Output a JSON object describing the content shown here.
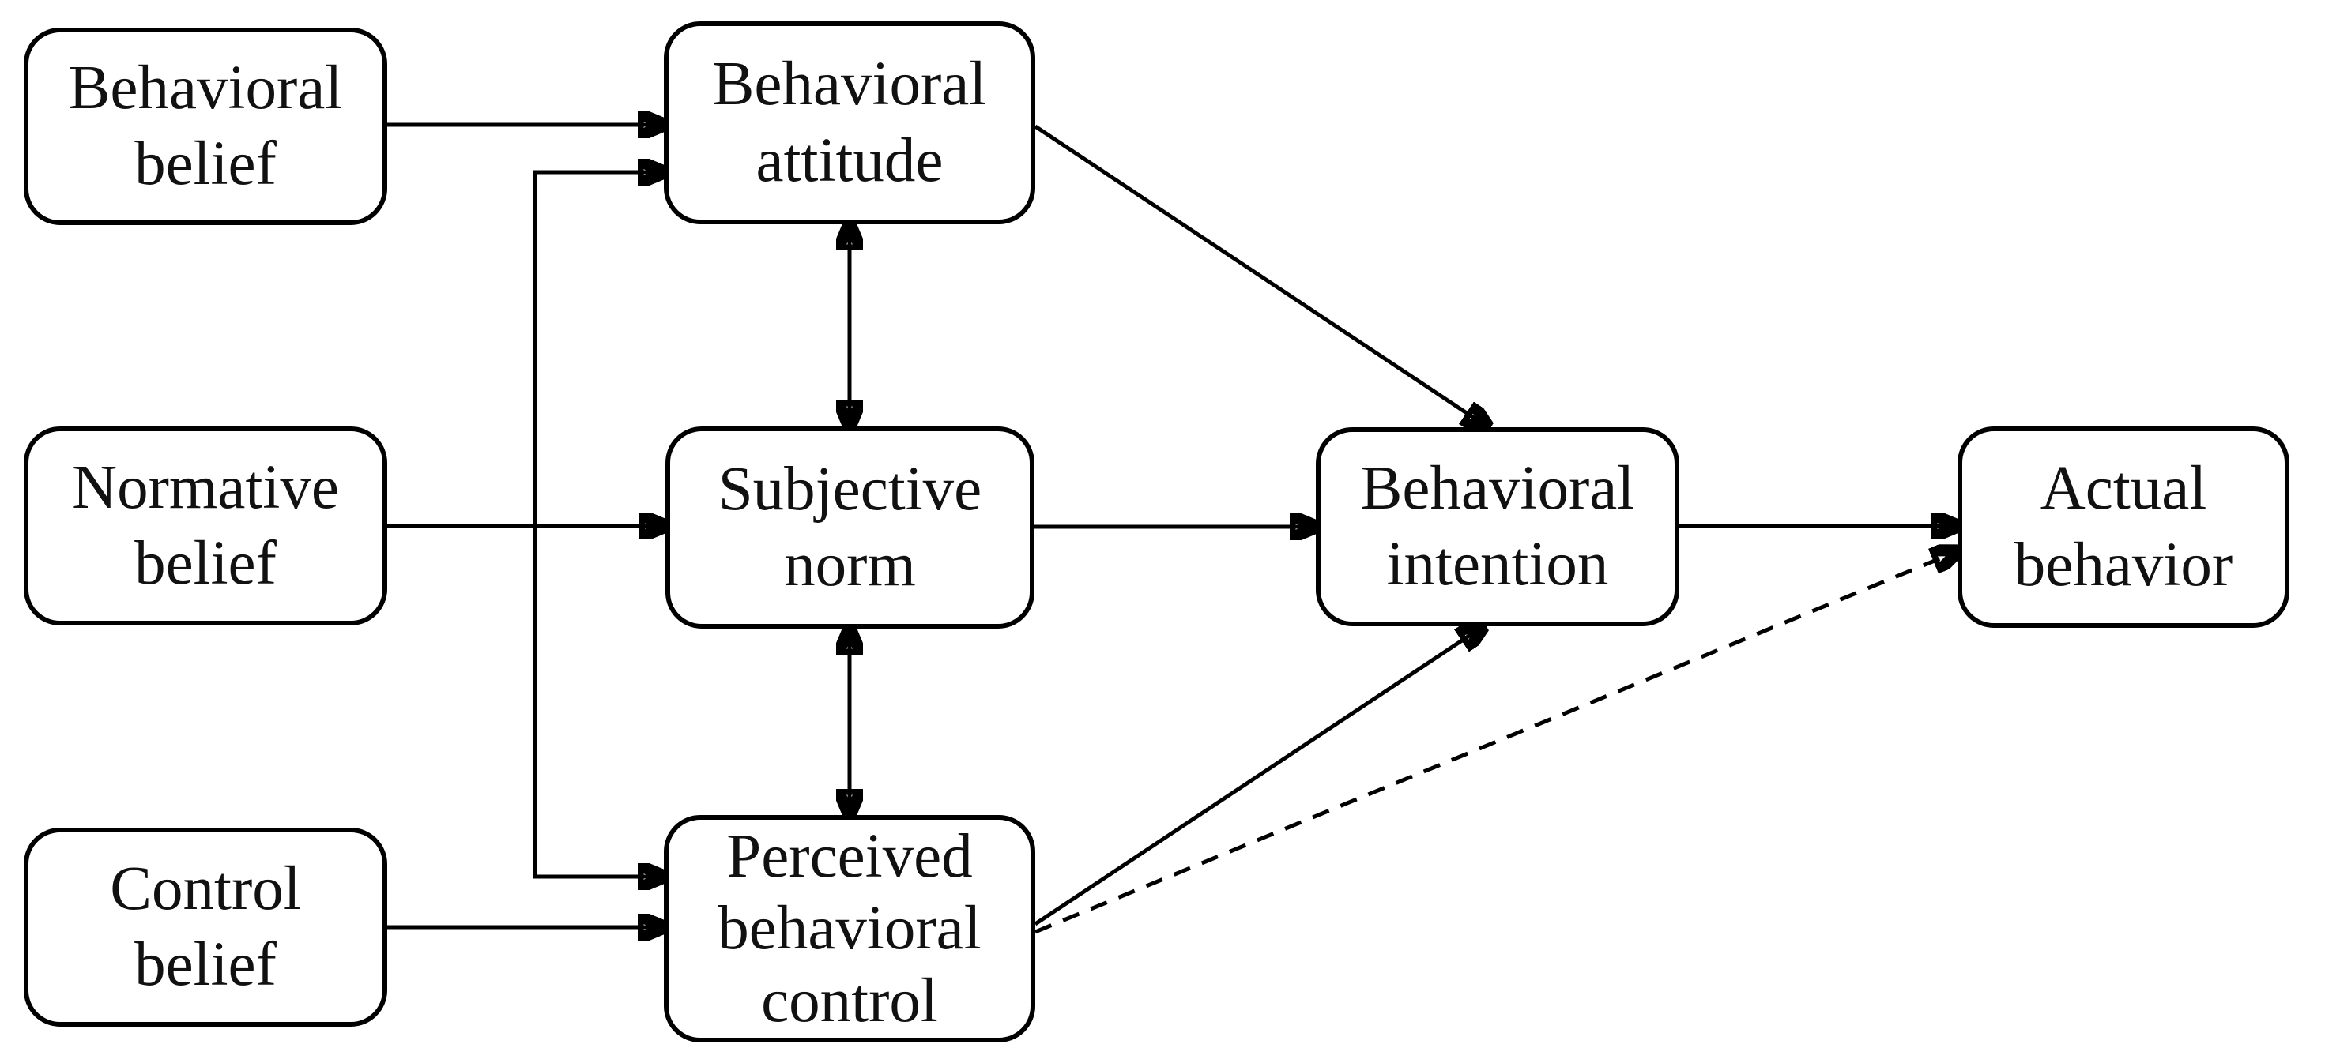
{
  "figure": {
    "title": "Theory of Planned Behavior flow diagram",
    "background_color": "#ffffff",
    "line_color": "#000000",
    "text_color": "#111111"
  },
  "nodes": [
    {
      "id": "behavioral-belief",
      "label": "Behavioral\nbelief"
    },
    {
      "id": "normative-belief",
      "label": "Normative\nbelief"
    },
    {
      "id": "control-belief",
      "label": "Control\nbelief"
    },
    {
      "id": "behavioral-attitude",
      "label": "Behavioral\nattitude"
    },
    {
      "id": "subjective-norm",
      "label": "Subjective\nnorm"
    },
    {
      "id": "perceived-behavioral-control",
      "label": "Perceived\nbehavioral\ncontrol"
    },
    {
      "id": "behavioral-intention",
      "label": "Behavioral\nintention"
    },
    {
      "id": "actual-behavior",
      "label": "Actual\nbehavior"
    }
  ],
  "edges": [
    {
      "from": "behavioral-belief",
      "to": "behavioral-attitude",
      "style": "solid",
      "arrowheads": "end"
    },
    {
      "from": "normative-belief",
      "to": "subjective-norm",
      "style": "solid",
      "arrowheads": "end"
    },
    {
      "from": "control-belief",
      "to": "perceived-behavioral-control",
      "style": "solid",
      "arrowheads": "end"
    },
    {
      "from": "beliefs-branch-line",
      "to": "behavioral-attitude and perceived-behavioral-control",
      "style": "solid",
      "arrowheads": "both"
    },
    {
      "from": "behavioral-attitude",
      "to": "subjective-norm",
      "style": "solid",
      "arrowheads": "both"
    },
    {
      "from": "subjective-norm",
      "to": "perceived-behavioral-control",
      "style": "solid",
      "arrowheads": "both"
    },
    {
      "from": "behavioral-attitude",
      "to": "behavioral-intention",
      "style": "solid",
      "arrowheads": "end"
    },
    {
      "from": "subjective-norm",
      "to": "behavioral-intention",
      "style": "solid",
      "arrowheads": "end"
    },
    {
      "from": "perceived-behavioral-control",
      "to": "behavioral-intention",
      "style": "solid",
      "arrowheads": "end"
    },
    {
      "from": "behavioral-intention",
      "to": "actual-behavior",
      "style": "solid",
      "arrowheads": "end"
    },
    {
      "from": "perceived-behavioral-control",
      "to": "actual-behavior",
      "style": "dashed",
      "arrowheads": "end"
    }
  ]
}
